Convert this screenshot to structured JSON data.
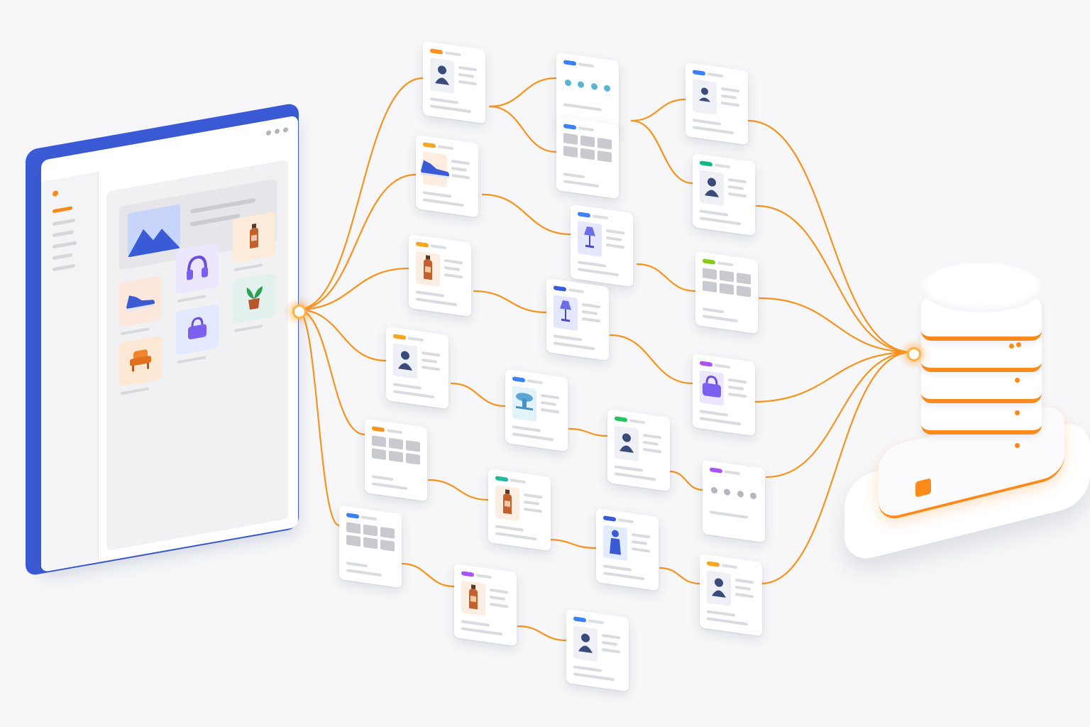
{
  "colors": {
    "wire": "#f7931e",
    "browser_frame": "#3b5bd6",
    "accent_orange": "#ff8a1c",
    "traffic": [
      "#e5443b",
      "#f5b400",
      "#f5b400"
    ]
  },
  "browser": {
    "icons": {
      "hero": "mountain-image-icon",
      "products": [
        "sneaker-icon",
        "headphones-icon",
        "bottle-icon",
        "armchair-icon",
        "handbag-icon",
        "potted-plant-icon"
      ]
    }
  },
  "cards": [
    {
      "id": "c1",
      "pill": "#f7931e",
      "kind": "thumb",
      "icon": "person-icon"
    },
    {
      "id": "c2",
      "pill": "#f5a623",
      "kind": "thumb",
      "icon": "sneaker-icon"
    },
    {
      "id": "c3",
      "pill": "#f5a623",
      "kind": "thumb",
      "icon": "bottle-icon"
    },
    {
      "id": "c4",
      "pill": "#f5a623",
      "kind": "thumb",
      "icon": "person-icon"
    },
    {
      "id": "c5",
      "pill": "#f7931e",
      "kind": "grid",
      "icon": "grid-icon"
    },
    {
      "id": "c6",
      "pill": "#3b82f6",
      "kind": "grid",
      "icon": "grid-icon"
    },
    {
      "id": "c7",
      "pill": "#3b82f6",
      "kind": "dots",
      "icon": "dots-icon"
    },
    {
      "id": "c8",
      "pill": "#3b82f6",
      "kind": "grid",
      "icon": "grid-icon"
    },
    {
      "id": "c9",
      "pill": "#3b82f6",
      "kind": "thumb",
      "icon": "lamp-icon"
    },
    {
      "id": "c10",
      "pill": "#3b5bd6",
      "kind": "thumb",
      "icon": "lamp-icon"
    },
    {
      "id": "c11",
      "pill": "#3b82f6",
      "kind": "thumb",
      "icon": "stool-icon"
    },
    {
      "id": "c12",
      "pill": "#22c55e",
      "kind": "thumb",
      "icon": "person-icon"
    },
    {
      "id": "c13",
      "pill": "#22b8a0",
      "kind": "thumb",
      "icon": "bottle-icon"
    },
    {
      "id": "c14",
      "pill": "#3b5bd6",
      "kind": "thumb",
      "icon": "figure-icon"
    },
    {
      "id": "c15",
      "pill": "#a855f7",
      "kind": "thumb",
      "icon": "bottle-icon"
    },
    {
      "id": "c16",
      "pill": "#3b82f6",
      "kind": "thumb",
      "icon": "person-icon"
    },
    {
      "id": "c17",
      "pill": "#3b82f6",
      "kind": "thumb",
      "icon": "document-icon"
    },
    {
      "id": "c18",
      "pill": "#10b981",
      "kind": "thumb",
      "icon": "person-icon"
    },
    {
      "id": "c19",
      "pill": "#84cc16",
      "kind": "grid",
      "icon": "person-grid-icon"
    },
    {
      "id": "c20",
      "pill": "#a855f7",
      "kind": "thumb",
      "icon": "handbag-icon"
    },
    {
      "id": "c21",
      "pill": "#a855f7",
      "kind": "dots",
      "icon": "dots-icon"
    },
    {
      "id": "c22",
      "pill": "#f5a623",
      "kind": "thumb",
      "icon": "person-icon"
    }
  ],
  "database": {
    "icon": "database-server-icon"
  }
}
